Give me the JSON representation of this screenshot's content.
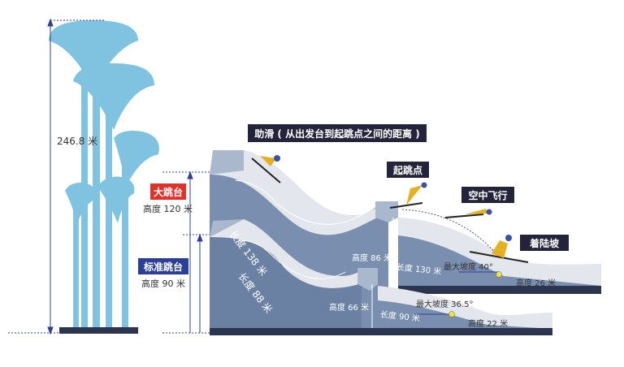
{
  "tower": {
    "height_label": "246.8 米"
  },
  "titles": {
    "inrun": "助滑 ( 从出发台到起跳点之间的距离 )",
    "takeoff": "起跳点",
    "flight": "空中飞行",
    "landing": "着陆坡"
  },
  "large_hill": {
    "name": "大跳台",
    "height": "高度 120 米",
    "inrun_length": "长度 138 米",
    "takeoff_height": "高度 86 米",
    "landing_length": "长度 130 米",
    "max_slope": "最大坡度 40°",
    "end_height": "高度 26 米"
  },
  "normal_hill": {
    "name": "标准跳台",
    "height": "高度 90 米",
    "inrun_length": "长度 88 米",
    "takeoff_height": "高度 66 米",
    "landing_length": "长度 90 米",
    "max_slope": "最大坡度 36.5°",
    "end_height": "高度 22 米"
  },
  "colors": {
    "navy": "#23233b",
    "red": "#e0322a",
    "blue": "#2b3f96",
    "tower": "#7fc3e0"
  }
}
